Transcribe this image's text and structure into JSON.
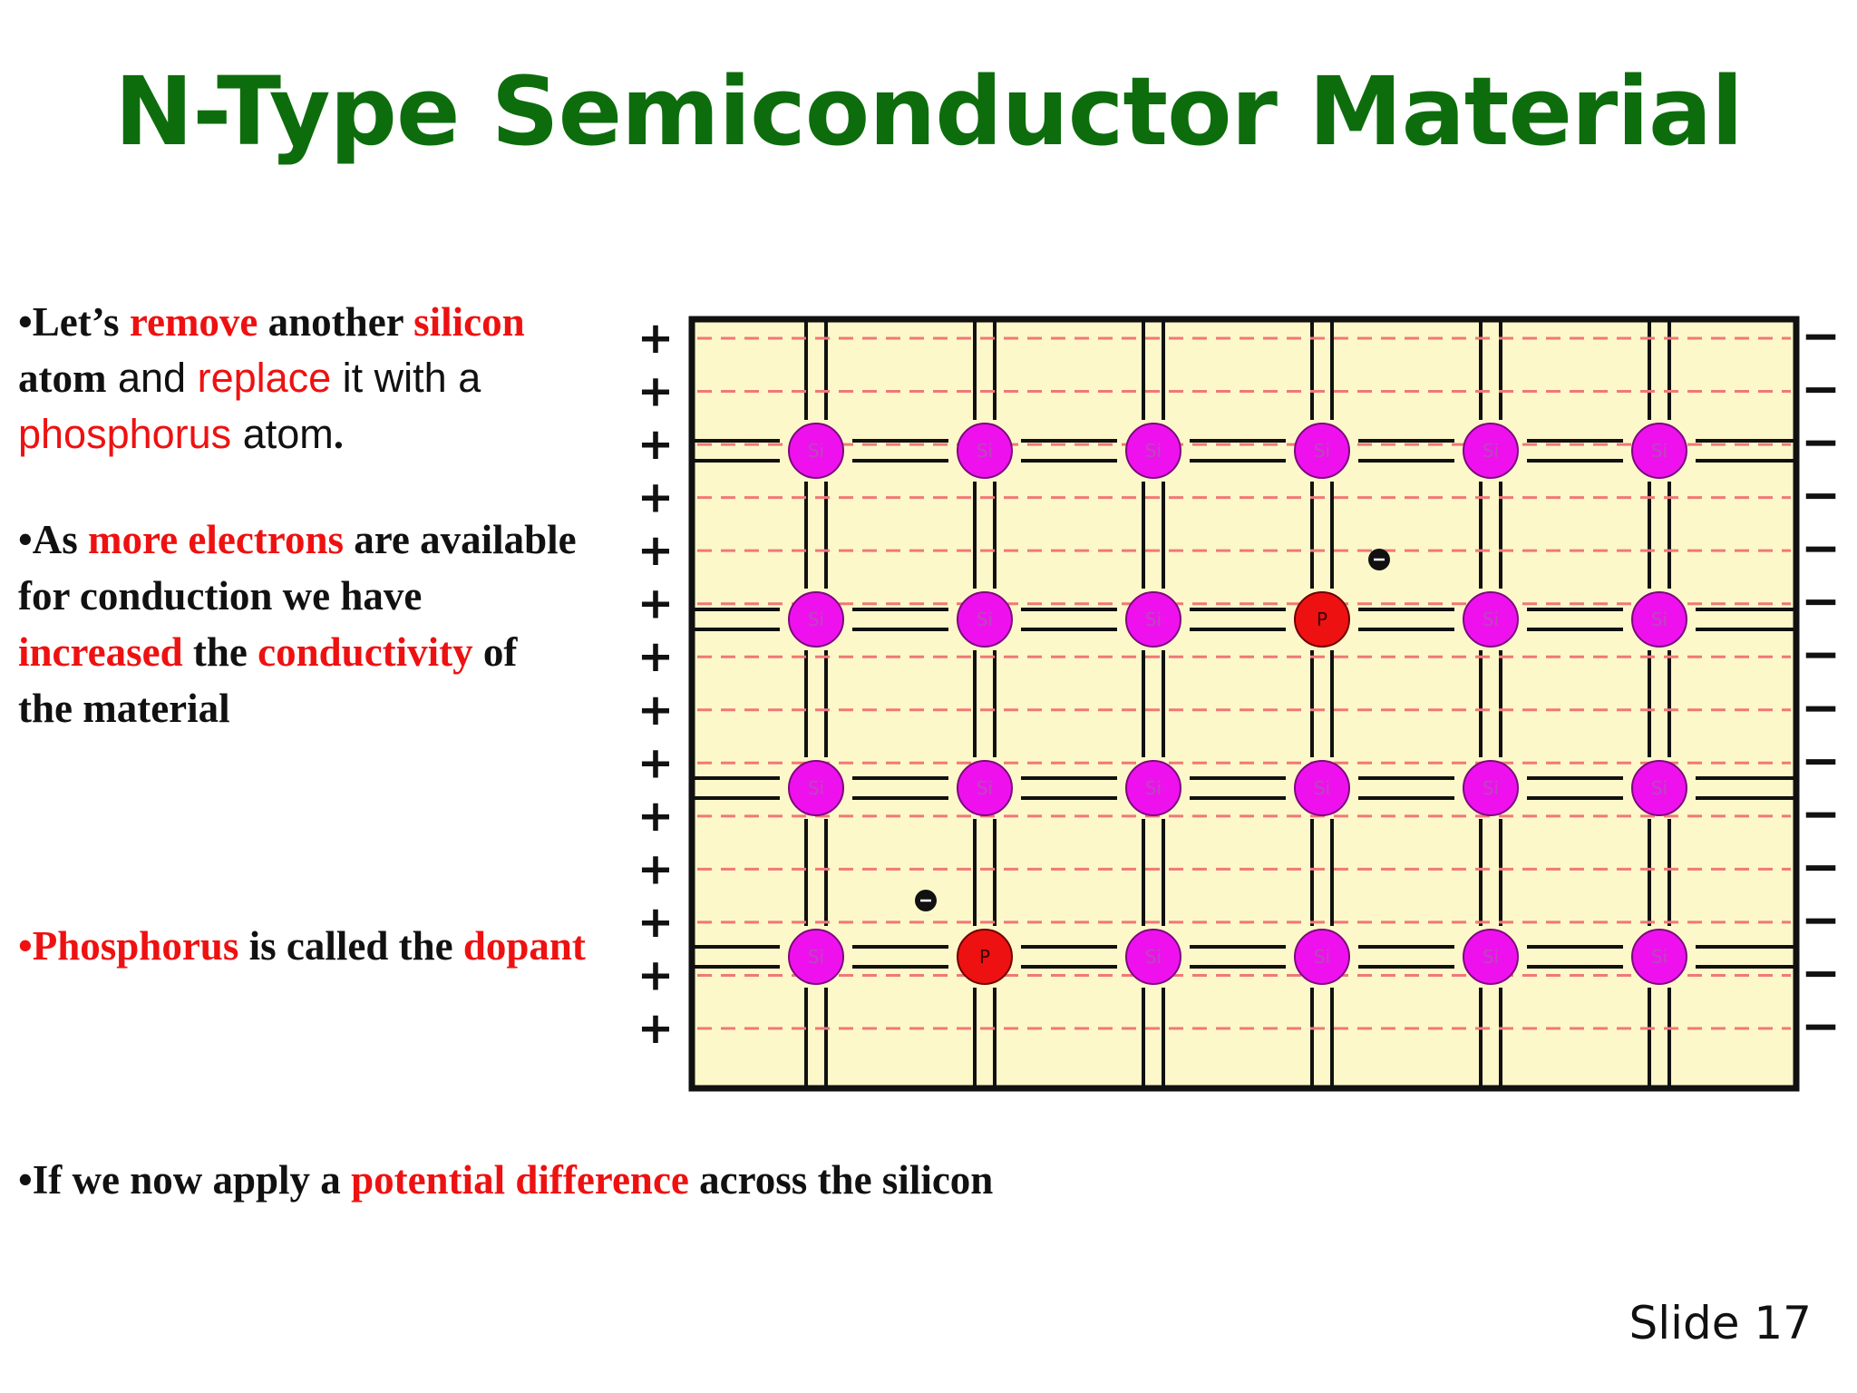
{
  "title": "N-Type Semiconductor Material",
  "bullets": [
    [
      {
        "t": "•Let’s ",
        "f": "serif"
      },
      {
        "t": "remove",
        "f": "serif",
        "red": true
      },
      {
        "t": " another ",
        "f": "serif"
      },
      {
        "t": "silicon",
        "f": "serif",
        "red": true
      },
      {
        "t": " atom",
        "f": "serif"
      },
      {
        "t": " and ",
        "f": "sans"
      },
      {
        "t": "replace",
        "f": "sans",
        "red": true
      },
      {
        "t": " it with a ",
        "f": "sans"
      },
      {
        "t": "phosphorus",
        "f": "sans",
        "red": true
      },
      {
        "t": " atom",
        "f": "sans"
      },
      {
        "t": ".",
        "f": "serif"
      }
    ],
    [
      {
        "t": "•As ",
        "f": "serif"
      },
      {
        "t": "more electrons",
        "f": "serif",
        "red": true
      },
      {
        "t": " are available for conduction we have ",
        "f": "serif"
      },
      {
        "t": "increased",
        "f": "serif",
        "red": true
      },
      {
        "t": " the ",
        "f": "serif"
      },
      {
        "t": "conductivity",
        "f": "serif",
        "red": true
      },
      {
        "t": " of the material",
        "f": "serif"
      }
    ],
    [
      {
        "t": "•Phosphorus",
        "f": "serif",
        "red": true
      },
      {
        "t": " is called the ",
        "f": "serif"
      },
      {
        "t": "dopant",
        "f": "serif",
        "red": true
      }
    ],
    [
      {
        "t": "•If we now apply a ",
        "f": "serif"
      },
      {
        "t": "potential difference",
        "f": "serif",
        "red": true
      },
      {
        "t": " across the silicon",
        "f": "serif"
      }
    ]
  ],
  "diagram": {
    "atom_rows": [
      [
        "Si",
        "Si",
        "Si",
        "Si",
        "Si",
        "Si"
      ],
      [
        "Si",
        "Si",
        "Si",
        "P",
        "Si",
        "Si"
      ],
      [
        "Si",
        "Si",
        "Si",
        "Si",
        "Si",
        "Si"
      ],
      [
        "Si",
        "P",
        "Si",
        "Si",
        "Si",
        "Si"
      ]
    ],
    "positive_sign": "+",
    "negative_sign": "−",
    "terminal_count": 14,
    "colors": {
      "silicon": "#ee11ee",
      "phosphorus": "#ee1111",
      "background": "#fdf8c9",
      "field_line": "#f07878",
      "border": "#111111"
    }
  },
  "slide_number": "Slide 17"
}
